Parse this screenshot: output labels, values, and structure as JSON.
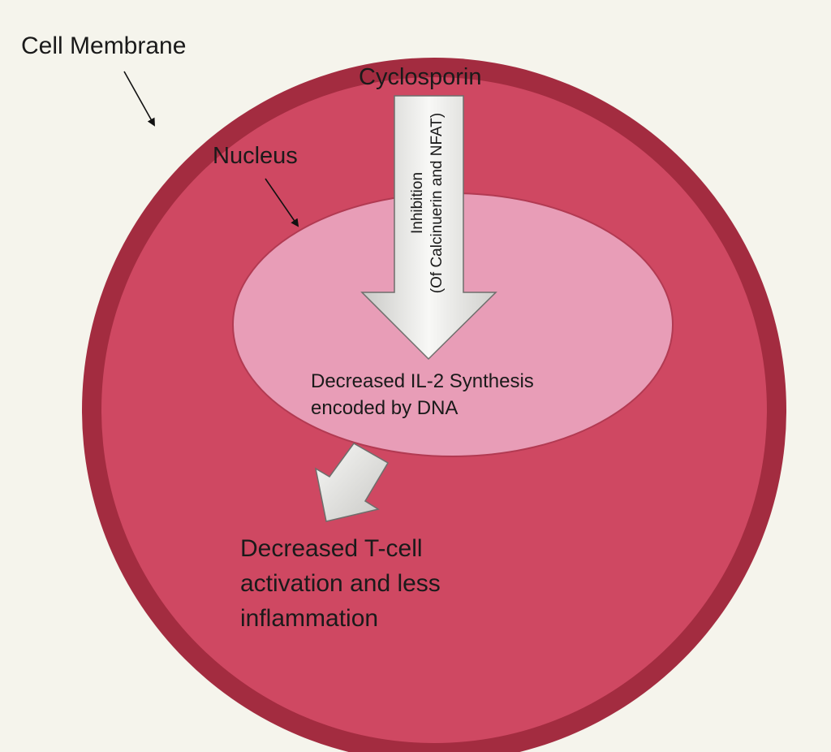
{
  "diagram": {
    "labels": {
      "cell_membrane": "Cell Membrane",
      "nucleus": "Nucleus",
      "drug": "Cyclosporin",
      "inhibition_line1": "Inhibition",
      "inhibition_line2": "(Of Calcinuerin and NFAT)",
      "synthesis_line1": "Decreased IL-2 Synthesis",
      "synthesis_line2": "encoded by DNA",
      "outcome_line1": "Decreased T-cell",
      "outcome_line2": "activation and less",
      "outcome_line3": "inflammation"
    },
    "colors": {
      "background": "#f5f4ec",
      "membrane": "#a32c40",
      "cytoplasm": "#cf4862",
      "nucleus": "#e89db7",
      "nucleus_border": "#b23a52",
      "arrow_fill_light": "#f8f8f6",
      "arrow_fill_dark": "#c9c9c6"
    }
  }
}
